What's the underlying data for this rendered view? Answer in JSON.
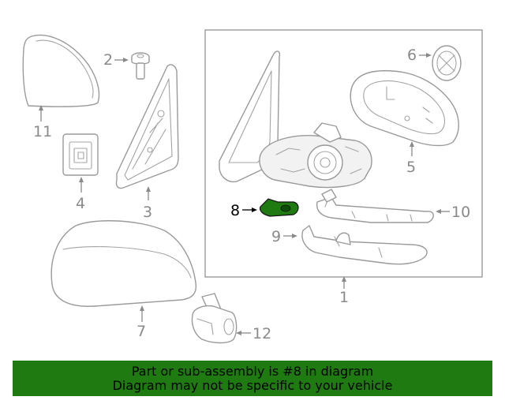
{
  "highlight_color": "#1f7a11",
  "callouts": {
    "c1": "1",
    "c2": "2",
    "c3": "3",
    "c4": "4",
    "c5": "5",
    "c6": "6",
    "c7": "7",
    "c8": "8",
    "c9": "9",
    "c10": "10",
    "c11": "11",
    "c12": "12"
  },
  "banner": {
    "line1": "Part or sub-assembly is #8 in diagram",
    "line2": "Diagram may not be specific to your vehicle"
  }
}
